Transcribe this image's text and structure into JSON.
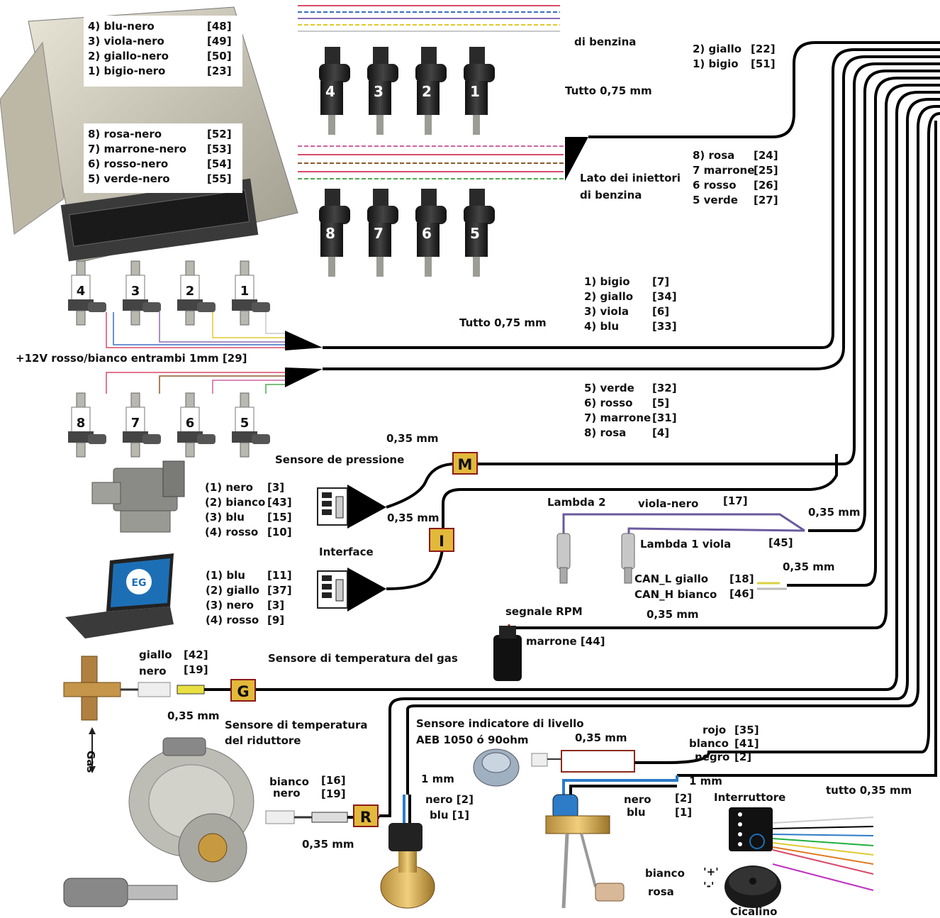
{
  "ecu_top_pins": [
    {
      "label": "4) blu-nero",
      "code": "[48]"
    },
    {
      "label": "3) viola-nero",
      "code": "[49]"
    },
    {
      "label": "2) giallo-nero",
      "code": "[50]"
    },
    {
      "label": "1) bigio-nero",
      "code": "[23]"
    }
  ],
  "ecu_bottom_pins": [
    {
      "label": "8) rosa-nero",
      "code": "[52]"
    },
    {
      "label": "7) marrone-nero",
      "code": "[53]"
    },
    {
      "label": "6) rosso-nero",
      "code": "[54]"
    },
    {
      "label": "5) verde-nero",
      "code": "[55]"
    }
  ],
  "petrol_injectors_top": [
    "4",
    "3",
    "2",
    "1"
  ],
  "petrol_injectors_bottom": [
    "8",
    "7",
    "6",
    "5"
  ],
  "gas_injectors_top": [
    "4",
    "3",
    "2",
    "1"
  ],
  "gas_injectors_bottom": [
    "8",
    "7",
    "6",
    "5"
  ],
  "petrol_group_top": {
    "heading_cut": "di benzina",
    "wire_size": "Tutto 0,75 mm",
    "pins": [
      {
        "label": "2) giallo",
        "code": "[22]"
      },
      {
        "label": "1) bigio",
        "code": "[51]"
      }
    ]
  },
  "petrol_group_bottom": {
    "heading": "Lato dei iniettori",
    "heading2": "di benzina",
    "pins": [
      {
        "label": "8) rosa",
        "code": "[24]"
      },
      {
        "label": "7 marrone",
        "code": "[25]"
      },
      {
        "label": "6 rosso",
        "code": "[26]"
      },
      {
        "label": "5 verde",
        "code": "[27]"
      }
    ]
  },
  "gas_group_top": {
    "wire_size": "Tutto  0,75 mm",
    "pins": [
      {
        "label": "1) bigio",
        "code": "[7]"
      },
      {
        "label": "2) giallo",
        "code": "[34]"
      },
      {
        "label": "3) viola",
        "code": "[6]"
      },
      {
        "label": "4) blu",
        "code": "[33]"
      }
    ]
  },
  "power_label": "+12V rosso/bianco  entrambi 1mm [29]",
  "gas_group_bottom": {
    "pins": [
      {
        "label": "5) verde",
        "code": "[32]"
      },
      {
        "label": "6) rosso",
        "code": "[5]"
      },
      {
        "label": "7) marrone",
        "code": "[31]"
      },
      {
        "label": "8) rosa",
        "code": "[4]"
      }
    ]
  },
  "pressure_sensor": {
    "title": "Sensore de pressione",
    "wire_size": "0,35 mm",
    "box": "M",
    "pins": [
      {
        "label": "(1) nero",
        "code": "[3]"
      },
      {
        "label": "(2) bianco",
        "code": "[43]"
      },
      {
        "label": "(3) blu",
        "code": "[15]"
      },
      {
        "label": "(4) rosso",
        "code": "[10]"
      }
    ]
  },
  "interface": {
    "title": "Interface",
    "wire_size": "0,35 mm",
    "box": "I",
    "pins": [
      {
        "label": "(1) blu",
        "code": "[11]"
      },
      {
        "label": "(2) giallo",
        "code": "[37]"
      },
      {
        "label": "(3) nero",
        "code": "[3]"
      },
      {
        "label": "(4) rosso",
        "code": "[9]"
      }
    ]
  },
  "lambda": {
    "lambda2": "Lambda 2",
    "lambda2_wire": "viola-nero",
    "lambda2_code": "[17]",
    "wire_size": "0,35 mm",
    "lambda1": "Lambda 1  viola",
    "lambda1_code": "[45]"
  },
  "can_bus": {
    "can_l": "CAN_L   giallo",
    "can_l_code": "[18]",
    "can_h": "CAN_H  bianco",
    "can_h_code": "[46]",
    "wire_size": "0,35 mm"
  },
  "rpm": {
    "title": "segnale  RPM",
    "wire_size": "0,35 mm",
    "wire": "marrone [44]"
  },
  "gas_temp": {
    "title": "Sensore di temperatura del gas",
    "wire1": "giallo",
    "code1": "[42]",
    "wire2": "nero",
    "code2": "[19]",
    "wire_size": "0,35 mm",
    "box": "G",
    "arrow_label": "Gas"
  },
  "reducer_temp": {
    "title": "Sensore di temperatura",
    "title2": "del riduttore",
    "wire1": "bianco",
    "code1": "[16]",
    "wire2": "nero",
    "code2": "[19]",
    "wire_size": "0,35 mm",
    "box": "R"
  },
  "solenoid": {
    "wire_size": "1 mm",
    "wire1": "nero [2]",
    "wire2": "blu   [1]"
  },
  "level_sensor": {
    "title": "Sensore indicatore di livello",
    "title2": "AEB 1050  ó  90ohm",
    "wire_size": "0,35 mm",
    "wires": [
      {
        "label": "rojo",
        "code": "[35]"
      },
      {
        "label": "blanco",
        "code": "[41]"
      },
      {
        "label": "negro",
        "code": "[2]"
      }
    ]
  },
  "tank_valve": {
    "wire_size": "1 mm",
    "wire1": "nero",
    "code1": "[2]",
    "wire2": "blu",
    "code2": "[1]"
  },
  "switch": {
    "title": "Interruttore",
    "wire_size": "tutto 0,35 mm"
  },
  "buzzer": {
    "wire1": "bianco",
    "wire2": "rosa",
    "plus": "'+'",
    "minus": "'-'",
    "title": "Cicalino"
  },
  "colors": {
    "harness": "#000000",
    "label_box": "#e2b93b",
    "label_border": "#8a1a1a",
    "lambda_wire": "#6a5a9e",
    "rpm_wire": "#8b2a1a",
    "blue_wire": "#2d7cc7"
  },
  "icons": [
    "ecu-icon",
    "injector-icon",
    "pressure-sensor-icon",
    "laptop-icon",
    "lambda-sensor-icon",
    "ignition-coil-icon",
    "temperature-sensor-icon",
    "reducer-icon",
    "solenoid-valve-icon",
    "level-sensor-icon",
    "multivalve-icon",
    "switch-icon",
    "buzzer-icon"
  ]
}
